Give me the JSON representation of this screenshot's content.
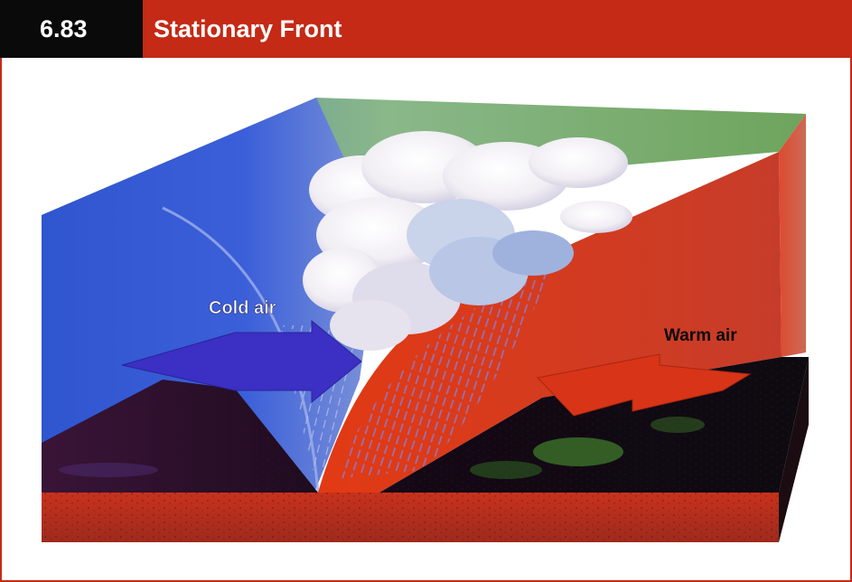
{
  "figure": {
    "number": "6.83",
    "title": "Stationary Front"
  },
  "labels": {
    "cold_air": "Cold air",
    "warm_air": "Warm air"
  },
  "colors": {
    "header_red": "#c42a15",
    "header_black": "#0a0a0a",
    "cold_blue": "#3a5bd6",
    "warm_red": "#d62a12",
    "top_green": "#7fb36e",
    "ground_red": "#c8321c",
    "ground_dark": "#1a0a20"
  }
}
